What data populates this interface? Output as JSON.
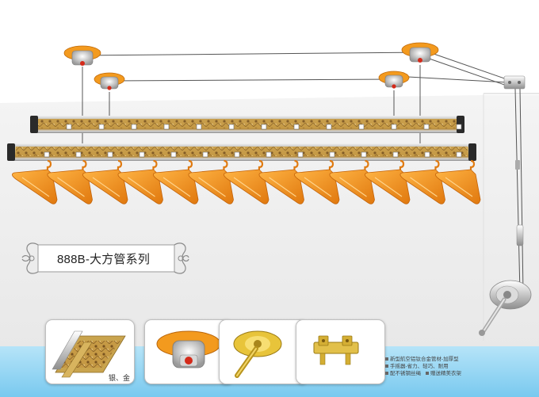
{
  "product": {
    "model_title": "888B-大方管系列",
    "tube_caption": "银、金"
  },
  "features": [
    "新型航空铝钛合金管材-加厚型",
    "手摇器-省力、轻巧、耐用",
    "配不锈钢丝绳",
    "赠送精美衣架"
  ],
  "icons": {
    "ceiling_pulley": "ceiling-pulley-icon",
    "hand_crank": "hand-crank-icon",
    "wall_bracket": "wall-bracket-icon",
    "hanger": "hanger-icon"
  },
  "colors": {
    "orange": "#f39a1e",
    "gold": "#c9a44e",
    "blue_band": "#8fd3f4",
    "wall_grey": "#eeeeee",
    "silver": "#c8c8c8"
  },
  "hanger_count": 13
}
